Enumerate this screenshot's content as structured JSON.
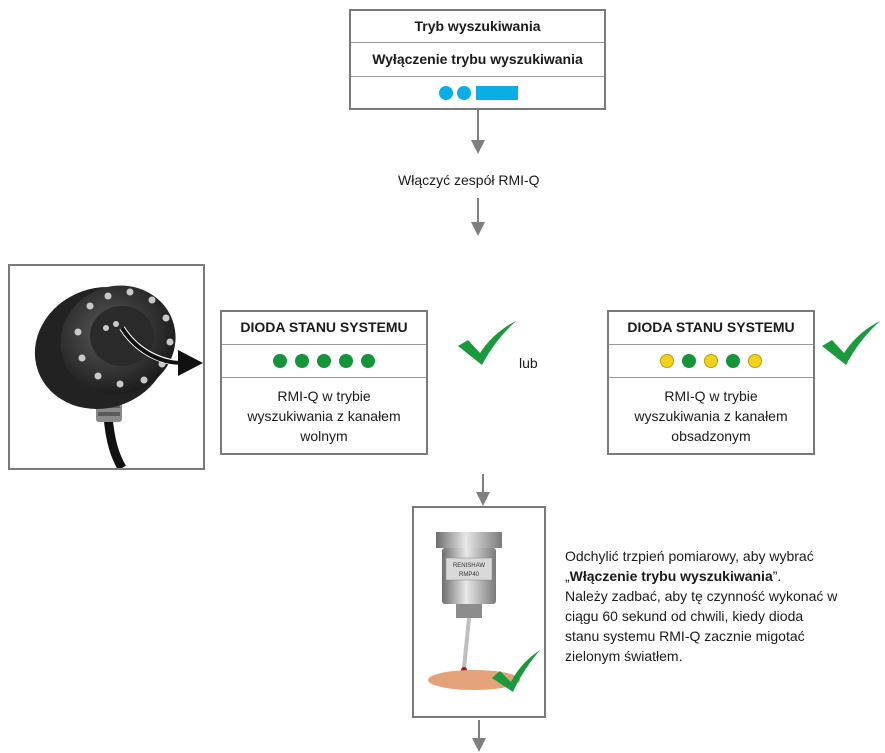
{
  "top_box": {
    "title": "Tryb wyszukiwania",
    "subtitle": "Wyłączenie trybu wyszukiwania",
    "indicator_color": "#0aaee6"
  },
  "step_text": "Włączyć zespół RMI-Q",
  "left_panel": {
    "header": "DIODA STANU SYSTEMU",
    "led_colors": [
      "#15953a",
      "#15953a",
      "#15953a",
      "#15953a",
      "#15953a"
    ],
    "description": "RMI-Q w trybie wyszukiwania z kanałem wolnym"
  },
  "or_text": "lub",
  "right_panel": {
    "header": "DIODA STANU SYSTEMU",
    "led_colors": [
      "#f2d21a",
      "#15953a",
      "#f2d21a",
      "#15953a",
      "#f2d21a"
    ],
    "description": "RMI-Q w trybie wyszukiwania z kanałem obsadzonym"
  },
  "instruction": {
    "line1": "Odchylić trzpień pomiarowy, aby wybrać",
    "quote_open": "„",
    "bold": "Włączenie trybu wyszukiwania",
    "quote_close": "”.",
    "rest": "Należy zadbać, aby tę czynność wykonać w ciągu 60 sekund od chwili, kiedy dioda stanu systemu RMI-Q zacznie migotać zielonym światłem."
  },
  "probe_label": {
    "brand": "RENISHAW",
    "model": "RMP40"
  },
  "colors": {
    "check_green": "#1a9a3c",
    "arrow_gray": "#7f7f7f",
    "border_gray": "#7a7a7a"
  }
}
